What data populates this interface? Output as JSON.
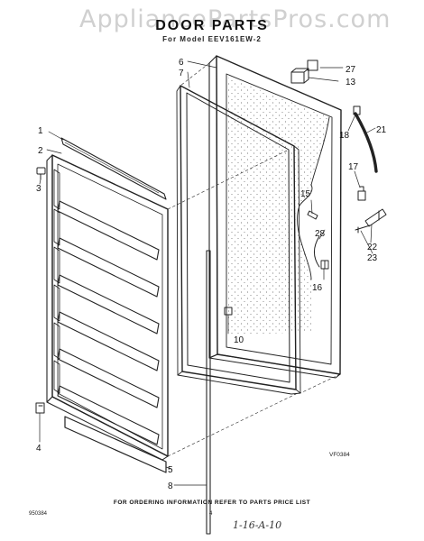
{
  "watermark": "AppliancePartsPros.com",
  "title": "DOOR PARTS",
  "subtitle": "For Model EEV161EW-2",
  "callouts": {
    "c1": "1",
    "c2": "2",
    "c3": "3",
    "c4": "4",
    "c5": "5",
    "c6": "6",
    "c7": "7",
    "c8": "8",
    "c10": "10",
    "c13": "13",
    "c15": "15",
    "c16": "16",
    "c17": "17",
    "c18": "18",
    "c21": "21",
    "c22": "22",
    "c23": "23",
    "c27": "27",
    "c28": "28"
  },
  "drawing_code": "VF0384",
  "footer_note": "FOR ORDERING INFORMATION REFER TO PARTS PRICE LIST",
  "footer_code": "950384",
  "page_number": "4",
  "handwritten": "1-16-A-10",
  "colors": {
    "line": "#222222",
    "foam_dots": "#555555",
    "watermark": "#d0d0d0"
  }
}
